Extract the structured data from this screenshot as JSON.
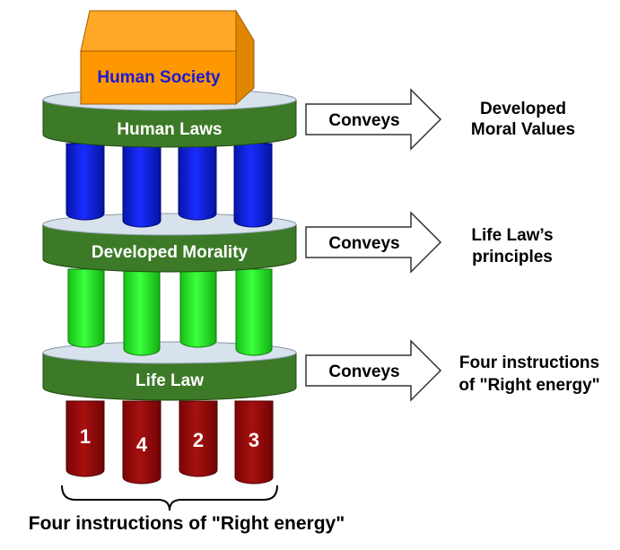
{
  "house": {
    "label": "Human Society"
  },
  "tiers": [
    {
      "label": "Human Laws",
      "arrow": "Conveys",
      "result": [
        "Developed",
        "Moral Values"
      ]
    },
    {
      "label": "Developed Morality",
      "arrow": "Conveys",
      "result": [
        "Life Law’s",
        "principles"
      ]
    },
    {
      "label": "Life Law",
      "arrow": "Conveys",
      "result": [
        "Four instructions",
        "of \"Right energy\""
      ]
    }
  ],
  "base_pillars": [
    "1",
    "4",
    "2",
    "3"
  ],
  "bottom_caption": "Four instructions of \"Right energy\"",
  "colors": {
    "house_front": "#ff9800",
    "house_side": "#e68600",
    "house_label": "#1a1ad6",
    "slab": "#3d7a27",
    "slab_top": "#d8e2ec",
    "pillar_blue": "#0a1ee8",
    "pillar_green": "#22ee22",
    "pillar_red": "#9b0a0a"
  }
}
